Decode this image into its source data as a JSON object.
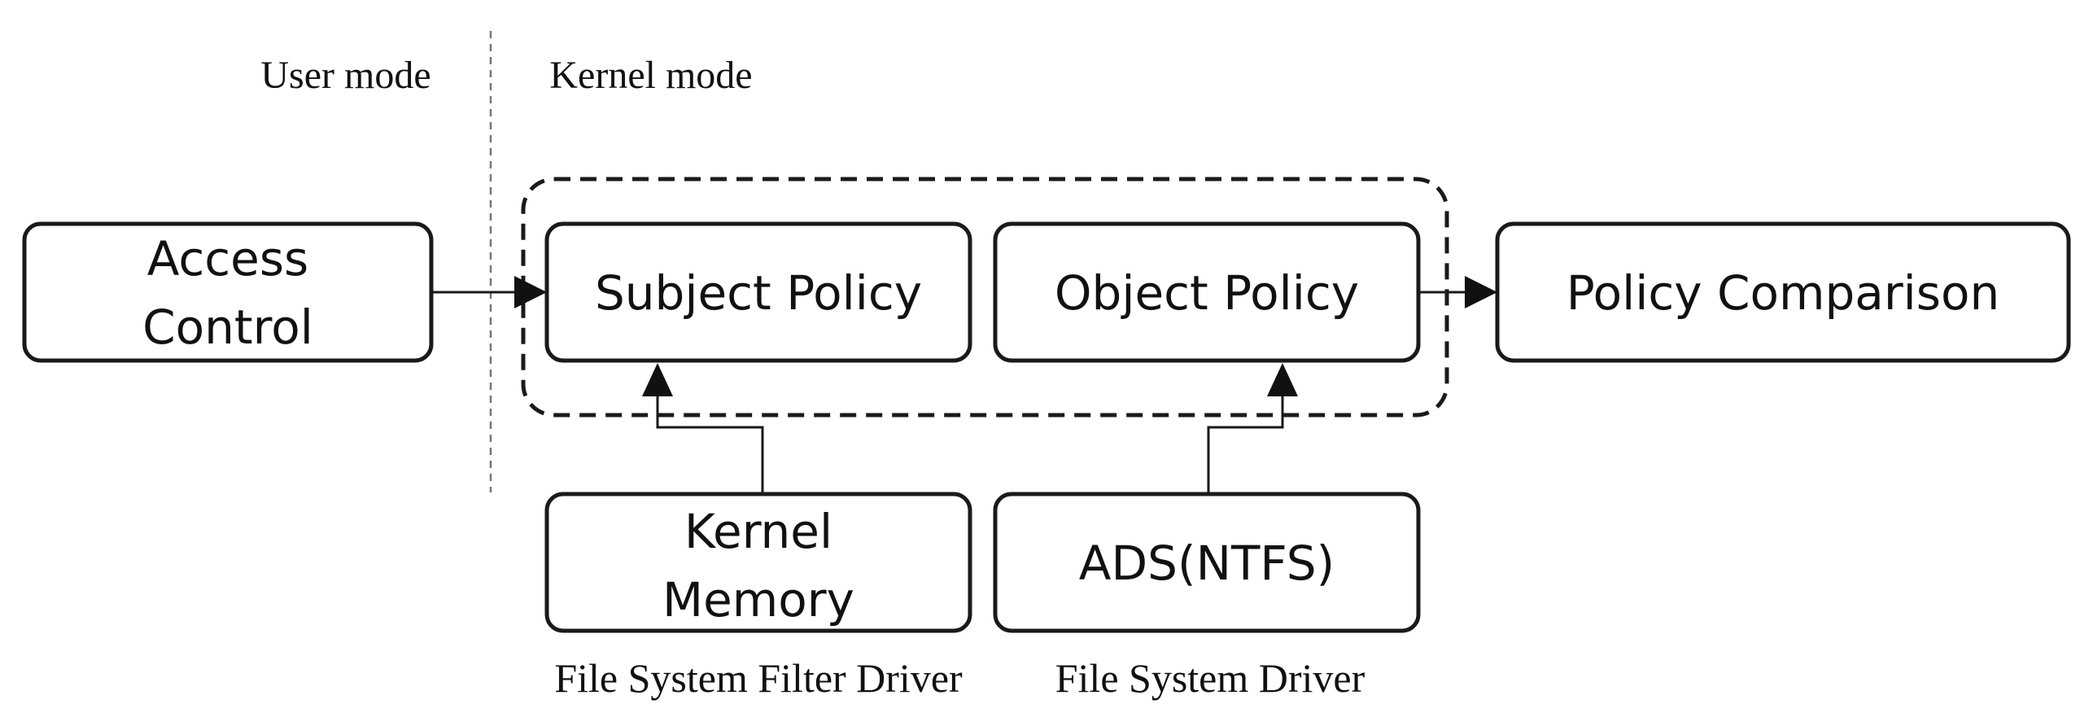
{
  "modes": {
    "user": "User mode",
    "kernel": "Kernel mode"
  },
  "boxes": {
    "access_control": [
      "Access",
      "Control"
    ],
    "subject_policy": "Subject Policy",
    "object_policy": "Object Policy",
    "policy_comparison": "Policy Comparison",
    "kernel_memory": [
      "Kernel",
      "Memory"
    ],
    "ads_ntfs": "ADS(NTFS)"
  },
  "drivers": {
    "filter": "File System Filter Driver",
    "fs": "File System Driver"
  }
}
